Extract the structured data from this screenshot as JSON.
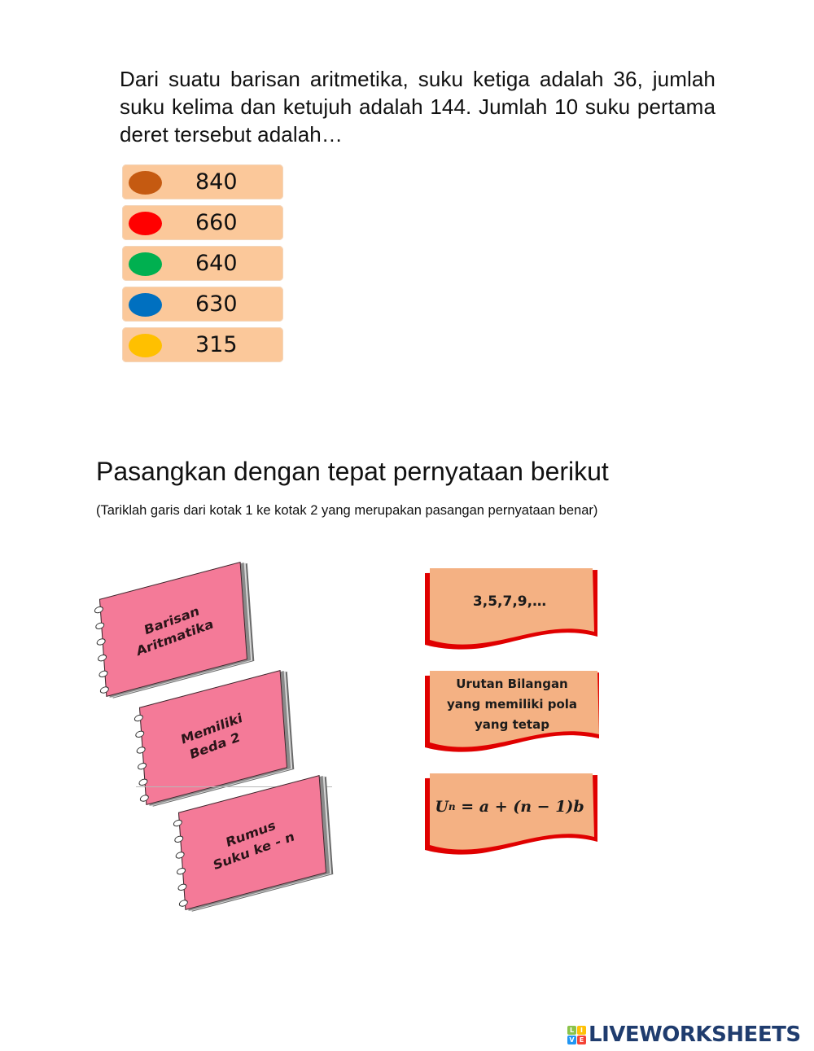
{
  "question": {
    "text": "Dari suatu barisan aritmetika, suku ketiga adalah 36, jumlah suku kelima dan ketujuh adalah 144. Jumlah 10 suku pertama deret tersebut adalah…",
    "options": [
      {
        "value": "840",
        "color": "#c55a11"
      },
      {
        "value": "660",
        "color": "#ff0000"
      },
      {
        "value": "640",
        "color": "#00b050"
      },
      {
        "value": "630",
        "color": "#0070c0"
      },
      {
        "value": "315",
        "color": "#ffc000"
      }
    ]
  },
  "matching": {
    "title": "Pasangkan dengan tepat pernyataan berikut",
    "instruction": "(Tariklah garis dari kotak 1 ke kotak 2 yang merupakan pasangan pernyataan benar)",
    "left_items": [
      {
        "line1": "Barisan",
        "line2": "Aritmatika"
      },
      {
        "line1": "Memiliki",
        "line2": "Beda 2"
      },
      {
        "line1": "Rumus",
        "line2": "Suku ke - n"
      }
    ],
    "right_items": [
      {
        "text": "3,5,7,9,…"
      },
      {
        "line1": "Urutan Bilangan",
        "line2": "yang memiliki pola",
        "line3": "yang tetap"
      },
      {
        "formula_main": "U",
        "formula_sub": "n",
        "formula_rest": " = a + (n − 1)b"
      }
    ],
    "colors": {
      "notebook": "#f47a98",
      "card_fill": "#f4b183",
      "card_edge": "#e00000"
    }
  },
  "footer": {
    "brand": "LIVEWORKSHEETS",
    "logo_letters": [
      "L",
      "I",
      "V",
      "E"
    ]
  }
}
